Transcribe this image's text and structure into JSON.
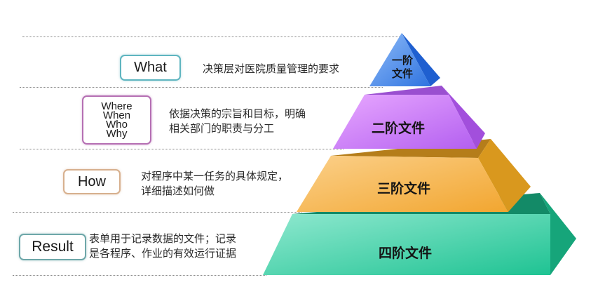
{
  "diagram": {
    "type": "document-hierarchy-pyramid",
    "levels": [
      {
        "id": 1,
        "pyramid_label_line1": "一阶",
        "pyramid_label_line2": "文件",
        "tag": "What",
        "description_lines": [
          "决策层对医院质量管理的要求"
        ],
        "color": "#4a86e8"
      },
      {
        "id": 2,
        "pyramid_label": "二阶文件",
        "tag_lines": [
          "Where",
          "When",
          "Who",
          "Why"
        ],
        "description_lines": [
          "依据决策的宗旨和目标，明确",
          "相关部门的职责与分工"
        ],
        "color": "#c77af0"
      },
      {
        "id": 3,
        "pyramid_label": "三阶文件",
        "tag": "How",
        "description_lines": [
          "对程序中某一任务的具体规定，",
          "详细描述如何做"
        ],
        "color": "#f3b04a"
      },
      {
        "id": 4,
        "pyramid_label": "四阶文件",
        "tag": "Result",
        "description_lines": [
          "表单用于记录数据的文件；记录",
          "是各程序、作业的有效运行证据"
        ],
        "color": "#3fd3a8"
      }
    ]
  }
}
